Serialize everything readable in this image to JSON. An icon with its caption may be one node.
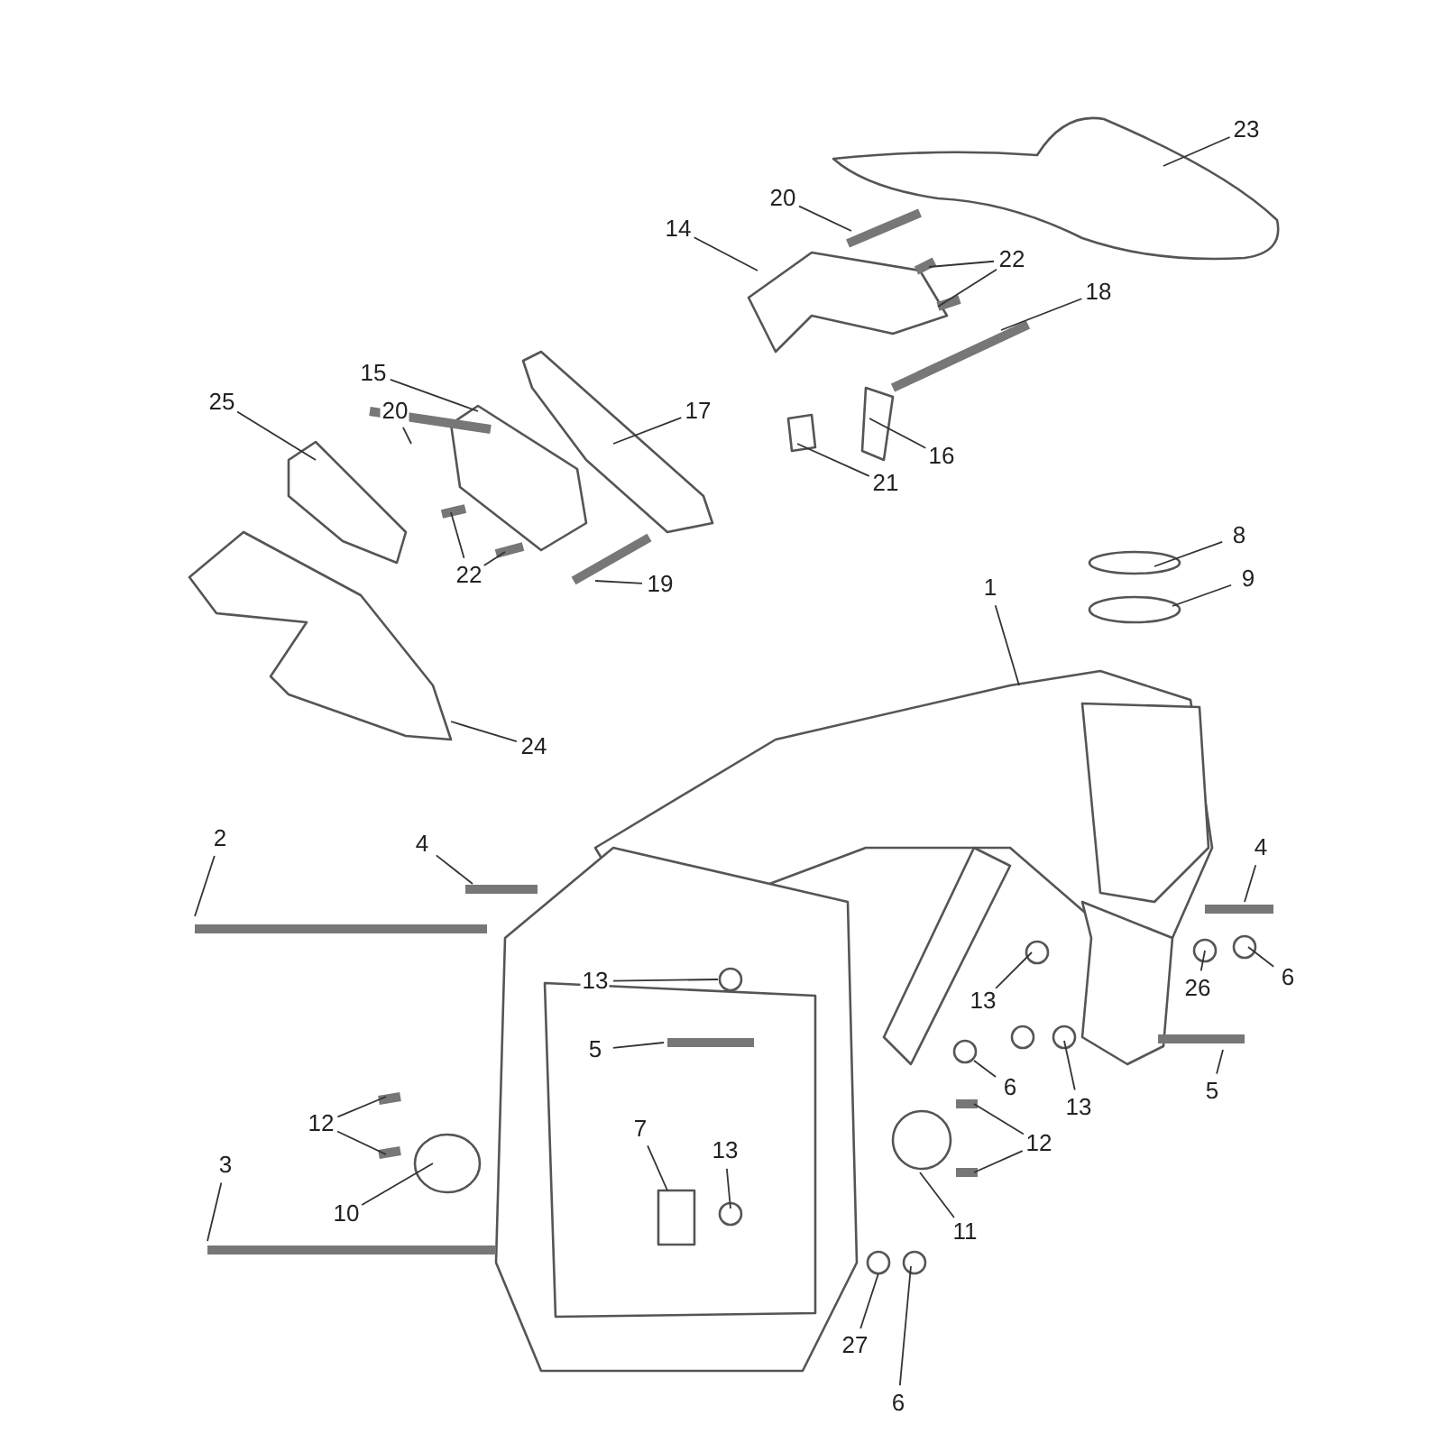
{
  "diagram": {
    "nodes": [
      {
        "text": [
          "23"
        ]
      },
      {
        "text": [
          "20"
        ]
      },
      {
        "text": [
          "14"
        ]
      },
      {
        "text": [
          "22"
        ]
      },
      {
        "text": [
          "18"
        ]
      },
      {
        "text": [
          "15"
        ]
      },
      {
        "text": [
          "25"
        ]
      },
      {
        "text": [
          "20"
        ]
      },
      {
        "text": [
          "17"
        ]
      },
      {
        "text": [
          "16"
        ]
      },
      {
        "text": [
          "21"
        ]
      },
      {
        "text": [
          "8"
        ]
      },
      {
        "text": [
          "22"
        ]
      },
      {
        "text": [
          "9"
        ]
      },
      {
        "text": [
          "19"
        ]
      },
      {
        "text": [
          "1"
        ]
      },
      {
        "text": [
          "24"
        ]
      },
      {
        "text": [
          "2"
        ]
      },
      {
        "text": [
          "4"
        ]
      },
      {
        "text": [
          "4"
        ]
      },
      {
        "text": [
          "6"
        ]
      },
      {
        "text": [
          "13"
        ]
      },
      {
        "text": [
          "26"
        ]
      },
      {
        "text": [
          "13"
        ]
      },
      {
        "text": [
          "5"
        ]
      },
      {
        "text": [
          "6"
        ]
      },
      {
        "text": [
          "5"
        ]
      },
      {
        "text": [
          "13"
        ]
      },
      {
        "text": [
          "12"
        ]
      },
      {
        "text": [
          "7"
        ]
      },
      {
        "text": [
          "12"
        ]
      },
      {
        "text": [
          "13"
        ]
      },
      {
        "text": [
          "3"
        ]
      },
      {
        "text": [
          "10"
        ]
      },
      {
        "text": [
          "11"
        ]
      },
      {
        "text": [
          "27"
        ]
      },
      {
        "text": [
          "6"
        ]
      }
    ],
    "edges": [
      {
        "from": 0,
        "to": null,
        "arrow": "none"
      },
      {
        "from": 1,
        "to": null,
        "arrow": "none"
      },
      {
        "from": 2,
        "to": null,
        "arrow": "none"
      },
      {
        "from": 3,
        "to": null,
        "arrow": "none"
      },
      {
        "from": 3,
        "to": null,
        "arrow": "none"
      },
      {
        "from": 4,
        "to": null,
        "arrow": "none"
      },
      {
        "from": 5,
        "to": null,
        "arrow": "none"
      },
      {
        "from": 6,
        "to": null,
        "arrow": "none"
      },
      {
        "from": 7,
        "to": null,
        "arrow": "none"
      },
      {
        "from": 8,
        "to": null,
        "arrow": "none"
      },
      {
        "from": 9,
        "to": null,
        "arrow": "none"
      },
      {
        "from": 10,
        "to": null,
        "arrow": "none"
      },
      {
        "from": 11,
        "to": null,
        "arrow": "none"
      },
      {
        "from": 12,
        "to": null,
        "arrow": "none"
      },
      {
        "from": 12,
        "to": null,
        "arrow": "none"
      },
      {
        "from": 13,
        "to": null,
        "arrow": "none"
      },
      {
        "from": 14,
        "to": null,
        "arrow": "none"
      },
      {
        "from": 15,
        "to": null,
        "arrow": "none"
      },
      {
        "from": 16,
        "to": null,
        "arrow": "none"
      },
      {
        "from": 17,
        "to": null,
        "arrow": "none"
      },
      {
        "from": 18,
        "to": null,
        "arrow": "none"
      },
      {
        "from": 19,
        "to": null,
        "arrow": "none"
      },
      {
        "from": 20,
        "to": null,
        "arrow": "none"
      },
      {
        "from": 21,
        "to": null,
        "arrow": "none"
      },
      {
        "from": 22,
        "to": null,
        "arrow": "none"
      },
      {
        "from": 23,
        "to": null,
        "arrow": "none"
      },
      {
        "from": 24,
        "to": null,
        "arrow": "none"
      },
      {
        "from": 25,
        "to": null,
        "arrow": "none"
      },
      {
        "from": 26,
        "to": null,
        "arrow": "none"
      },
      {
        "from": 27,
        "to": null,
        "arrow": "none"
      },
      {
        "from": 28,
        "to": null,
        "arrow": "none"
      },
      {
        "from": 28,
        "to": null,
        "arrow": "none"
      },
      {
        "from": 29,
        "to": null,
        "arrow": "none"
      },
      {
        "from": 30,
        "to": null,
        "arrow": "none"
      },
      {
        "from": 30,
        "to": null,
        "arrow": "none"
      },
      {
        "from": 31,
        "to": null,
        "arrow": "none"
      },
      {
        "from": 32,
        "to": null,
        "arrow": "none"
      },
      {
        "from": 33,
        "to": null,
        "arrow": "none"
      },
      {
        "from": 34,
        "to": null,
        "arrow": "none"
      },
      {
        "from": 35,
        "to": null,
        "arrow": "none"
      },
      {
        "from": 36,
        "to": null,
        "arrow": "none"
      }
    ]
  }
}
